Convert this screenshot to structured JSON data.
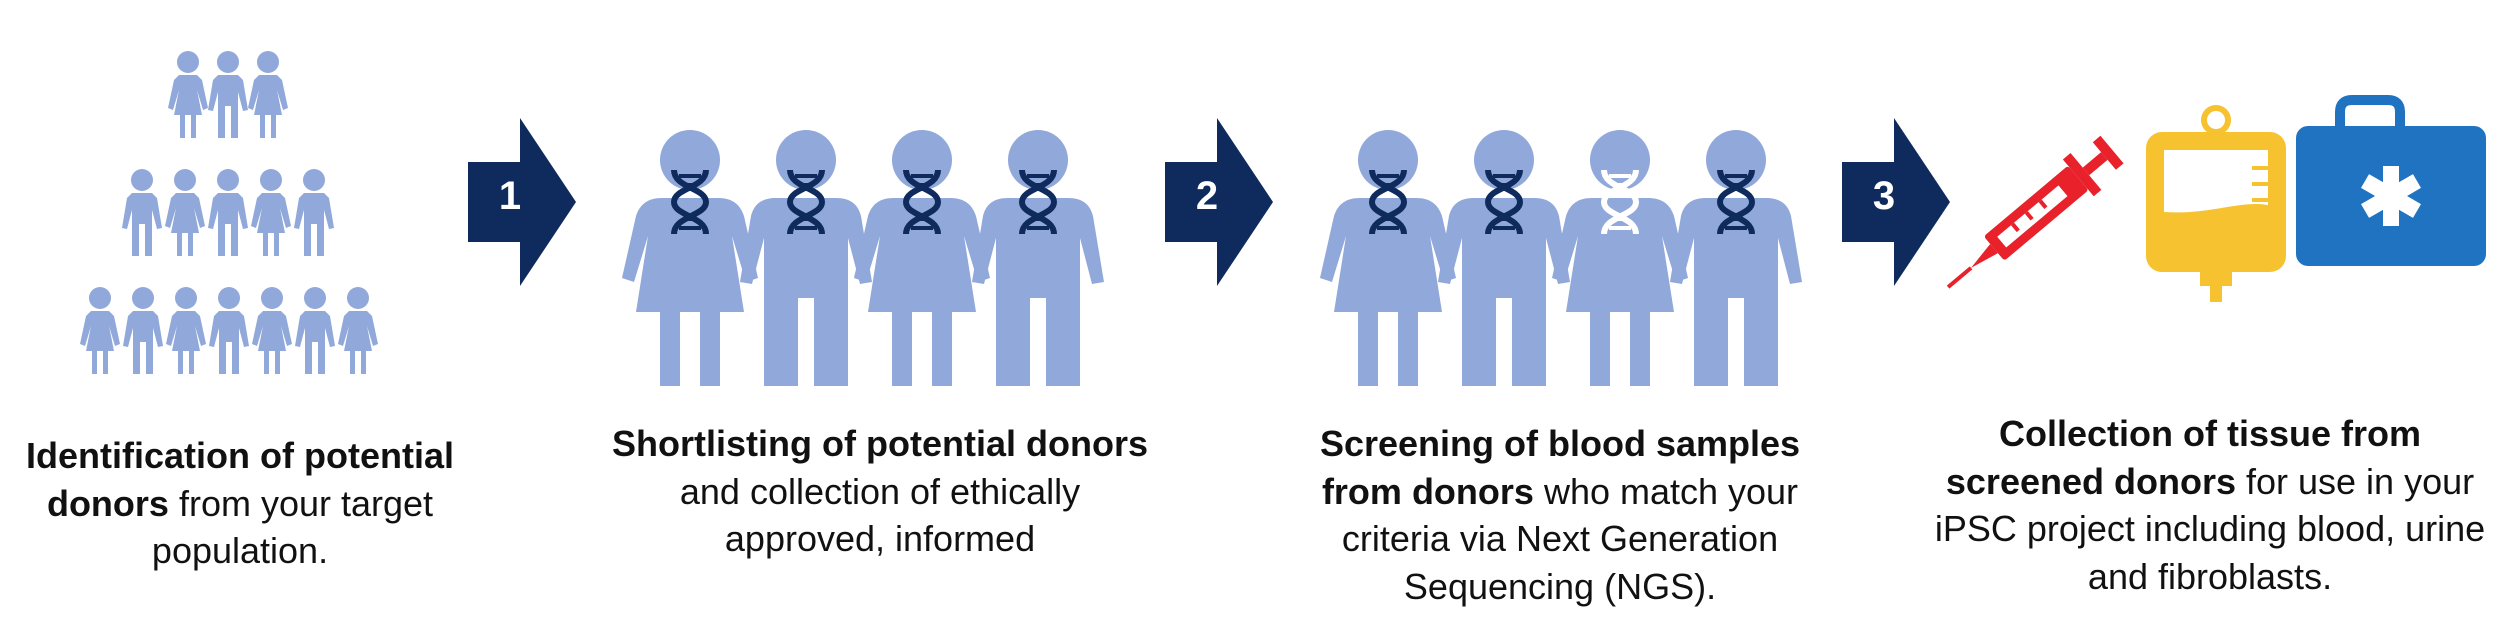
{
  "steps": [
    {
      "bold": "Identification of potential donors",
      "rest": " from your target population."
    },
    {
      "bold": "Shortlisting of potential donors",
      "rest": " and collection of ethically approved, informed"
    },
    {
      "bold": "Screening of blood samples from donors",
      "rest": " who match your criteria via Next Generation Sequencing (NGS)."
    },
    {
      "bold": "Collection of tissue from screened donors",
      "rest": " for use in your iPSC project including blood, urine and fibroblasts."
    }
  ],
  "arrows": [
    "1",
    "2",
    "3"
  ],
  "icons": [
    "syringe-icon",
    "blood-bag-icon",
    "medical-kit-icon"
  ],
  "colors": {
    "person": "#91a8da",
    "arrow": "#0f2a5c",
    "dna": "#0f2a5c",
    "dna_highlight": "#ffffff",
    "syringe": "#e8212b",
    "blood_bag": "#f7c22f",
    "medical_kit": "#1f73c1"
  }
}
